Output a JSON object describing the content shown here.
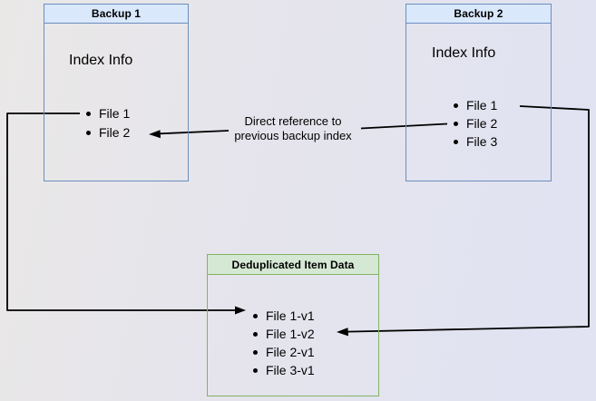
{
  "diagram": {
    "backup1": {
      "title": "Backup 1",
      "label": "Index Info",
      "files": [
        "File 1",
        "File 2"
      ]
    },
    "backup2": {
      "title": "Backup 2",
      "label": "Index Info",
      "files": [
        "File 1",
        "File 2",
        "File 3"
      ]
    },
    "dedup_store": {
      "title": "Deduplicated Item Data",
      "files": [
        "File 1-v1",
        "File 1-v2",
        "File 2-v1",
        "File 3-v1"
      ]
    },
    "edge_label": "Direct reference to\nprevious backup index"
  },
  "colors": {
    "blue_header_fill": "#dae8fc",
    "blue_border": "#6c8ebf",
    "green_header_fill": "#d5e8d4",
    "green_border": "#82b366",
    "connector": "#000000",
    "bg_left": "#eae8e7",
    "bg_right": "#e1e3f2"
  }
}
